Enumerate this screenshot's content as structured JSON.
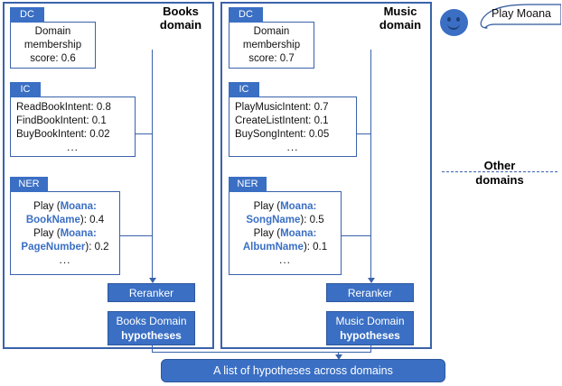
{
  "diagram": {
    "user": {
      "avatar_icon": "smiley-face-icon",
      "utterance": "Play Moana"
    },
    "other_domains": {
      "line1": "Other",
      "line2": "domains"
    },
    "final_output": "A list of hypotheses across domains",
    "panels": [
      {
        "id": "books",
        "title_line1": "Books",
        "title_line2": "domain",
        "dc": {
          "tag": "DC",
          "lines": [
            "Domain",
            "membership",
            "score: 0.6"
          ]
        },
        "ic": {
          "tag": "IC",
          "lines": [
            "ReadBookIntent: 0.8",
            "FindBookIntent: 0.1",
            "BuyBookIntent: 0.02",
            "..."
          ]
        },
        "ner": {
          "tag": "NER",
          "entries": [
            {
              "pre": "Play (",
              "entity": "Moana:",
              "type": "BookName",
              "post": "): 0.4"
            },
            {
              "pre": "Play (",
              "entity": "Moana:",
              "type": "PageNumber",
              "post": "): 0.2"
            }
          ],
          "dots": "..."
        },
        "reranker": "Reranker",
        "hypotheses_line1": "Books Domain",
        "hypotheses_line2": "hypotheses"
      },
      {
        "id": "music",
        "title_line1": "Music",
        "title_line2": "domain",
        "dc": {
          "tag": "DC",
          "lines": [
            "Domain",
            "membership",
            "score: 0.7"
          ]
        },
        "ic": {
          "tag": "IC",
          "lines": [
            "PlayMusicIntent: 0.7",
            "CreateListIntent: 0.1",
            "BuySongIntent: 0.05",
            "..."
          ]
        },
        "ner": {
          "tag": "NER",
          "entries": [
            {
              "pre": "Play (",
              "entity": "Moana:",
              "type": "SongName",
              "post": "): 0.5"
            },
            {
              "pre": "Play (",
              "entity": "Moana:",
              "type": "AlbumName",
              "post": "): 0.1"
            }
          ],
          "dots": "..."
        },
        "reranker": "Reranker",
        "hypotheses_line1": "Music Domain",
        "hypotheses_line2": "hypotheses"
      }
    ]
  },
  "colors": {
    "accent": "#3a6fc4",
    "border": "#3a62ab",
    "entity": "#3a6fc4"
  }
}
